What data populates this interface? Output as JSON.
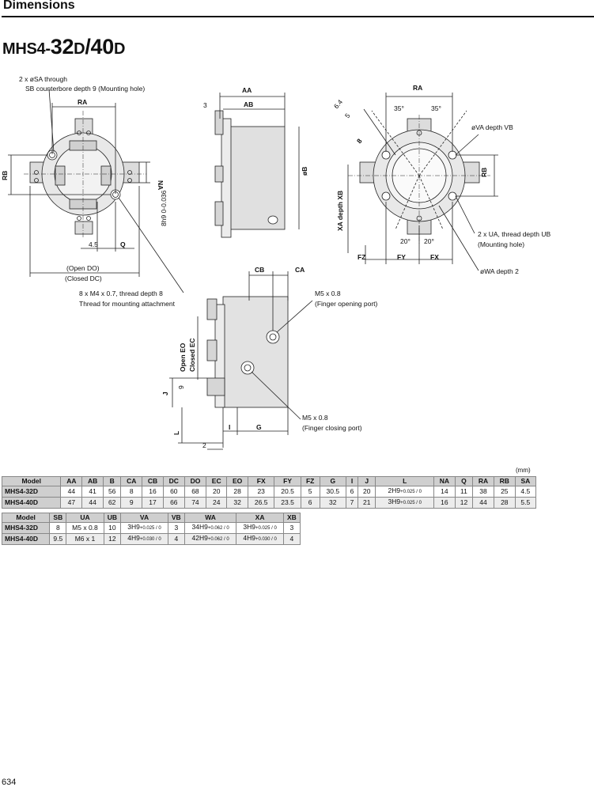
{
  "header": {
    "section": "Dimensions"
  },
  "title": {
    "prefix": "MHS4-",
    "size32": "32",
    "d1": "D",
    "slash": "/",
    "size40": "40",
    "d2": "D"
  },
  "annotations": {
    "sa_through": "2 x øSA through",
    "sb_counterbore": "SB counterbore depth 9 (Mounting hole)",
    "ra": "RA",
    "rb": "RB",
    "na": "NA",
    "q": "Q",
    "dim_45": "4.5",
    "open_do": "(Open DO)",
    "closed_dc": "(Closed DC)",
    "thread_m4": "8 x M4 x 0.7, thread depth 8",
    "thread_attach": "Thread for mounting attachment",
    "tol_8h9": "8h9 0-0.036",
    "aa": "AA",
    "ab": "AB",
    "dim_3": "3",
    "ob": "øB",
    "ra_r": "RA",
    "dim_64": "6.4",
    "dim_5": "5",
    "ang_35a": "35°",
    "ang_35b": "35°",
    "dim_8": "8",
    "va": "øVA depth VB",
    "rb_r": "RB",
    "xa_xb": "XA depth XB",
    "ua": "2 x UA, thread depth UB",
    "ua_mount": "(Mounting hole)",
    "ang_20a": "20°",
    "ang_20b": "20°",
    "fz": "FZ",
    "fy": "FY",
    "fx": "FX",
    "wa": "øWA depth 2",
    "cb": "CB",
    "ca": "CA",
    "m5_open": "M5 x 0.8",
    "m5_open_label": "(Finger opening port)",
    "open_eo": "Open EO",
    "closed_ec": "Closed EC",
    "j": "J",
    "dim_9": "9",
    "m5_close": "M5 x 0.8",
    "m5_close_label": "(Finger closing port)",
    "l": "L",
    "i": "I",
    "g": "G",
    "dim_2": "2"
  },
  "unit": "(mm)",
  "table1": {
    "headers": [
      "Model",
      "AA",
      "AB",
      "B",
      "CA",
      "CB",
      "DC",
      "DO",
      "EC",
      "EO",
      "FX",
      "FY",
      "FZ",
      "G",
      "I",
      "J",
      "L",
      "NA",
      "Q",
      "RA",
      "RB",
      "SA"
    ],
    "rows": [
      {
        "model": "MHS4-32D",
        "cells": [
          "44",
          "41",
          "56",
          "8",
          "16",
          "60",
          "68",
          "20",
          "28",
          "23",
          "20.5",
          "5",
          "30.5",
          "6",
          "20"
        ],
        "l_main": "2H9",
        "l_tol": "+0.025 / 0",
        "tail": [
          "14",
          "11",
          "38",
          "25",
          "4.5"
        ]
      },
      {
        "model": "MHS4-40D",
        "cells": [
          "47",
          "44",
          "62",
          "9",
          "17",
          "66",
          "74",
          "24",
          "32",
          "26.5",
          "23.5",
          "6",
          "32",
          "7",
          "21"
        ],
        "l_main": "3H9",
        "l_tol": "+0.025 / 0",
        "tail": [
          "16",
          "12",
          "44",
          "28",
          "5.5"
        ]
      }
    ]
  },
  "table2": {
    "headers": [
      "Model",
      "SB",
      "UA",
      "UB",
      "VA",
      "VB",
      "WA",
      "XA",
      "XB"
    ],
    "rows": [
      {
        "model": "MHS4-32D",
        "sb": "8",
        "ua": "M5 x 0.8",
        "ub": "10",
        "va": "3H9",
        "va_tol": "+0.025 / 0",
        "vb": "3",
        "wa": "34H9",
        "wa_tol": "+0.062 / 0",
        "xa": "3H9",
        "xa_tol": "+0.025 / 0",
        "xb": "3"
      },
      {
        "model": "MHS4-40D",
        "sb": "9.5",
        "ua": "M6 x 1",
        "ub": "12",
        "va": "4H9",
        "va_tol": "+0.030 / 0",
        "vb": "4",
        "wa": "42H9",
        "wa_tol": "+0.062 / 0",
        "xa": "4H9",
        "xa_tol": "+0.030 / 0",
        "xb": "4"
      }
    ]
  },
  "footer": {
    "page": "634"
  }
}
